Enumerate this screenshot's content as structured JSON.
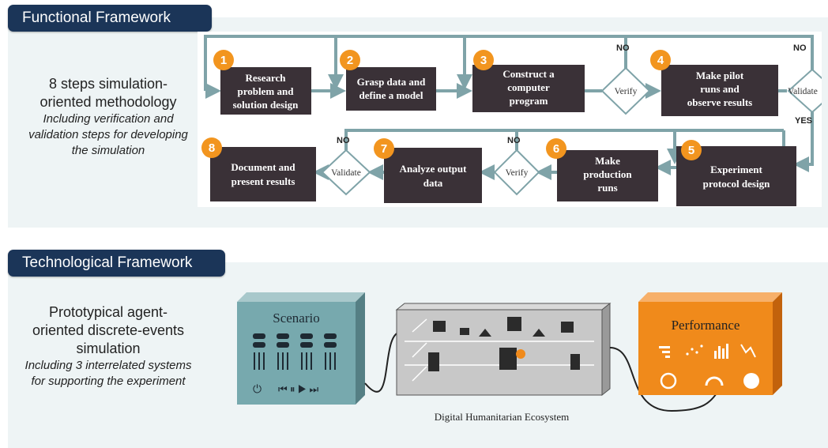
{
  "functional": {
    "tab_title": "Functional Framework",
    "heading": "8 steps simulation-oriented methodology",
    "subheading": "Including verification and validation steps for developing the simulation"
  },
  "steps": [
    {
      "num": "1",
      "lines": [
        "Research",
        "problem and",
        "solution design"
      ]
    },
    {
      "num": "2",
      "lines": [
        "Grasp data and",
        "define a model"
      ]
    },
    {
      "num": "3",
      "lines": [
        "Construct a",
        "computer",
        "program"
      ]
    },
    {
      "num": "4",
      "lines": [
        "Make pilot",
        "runs and",
        "observe results"
      ]
    },
    {
      "num": "5",
      "lines": [
        "Experiment",
        "protocol design"
      ]
    },
    {
      "num": "6",
      "lines": [
        "Make",
        "production",
        "runs"
      ]
    },
    {
      "num": "7",
      "lines": [
        "Analyze output",
        "data"
      ]
    },
    {
      "num": "8",
      "lines": [
        "Document and",
        "present results"
      ]
    }
  ],
  "decisions": {
    "verify": "Verify",
    "validate": "Validate",
    "no": "NO",
    "yes": "YES"
  },
  "technological": {
    "tab_title": "Technological Framework",
    "heading": "Prototypical agent-oriented discrete-events simulation",
    "subheading": "Including 3 interrelated systems for supporting the experiment",
    "scenario_label": "Scenario",
    "ecosystem_label": "Digital Humanitarian Ecosystem",
    "performance_label": "Performance"
  },
  "colors": {
    "tab": "#1b3558",
    "step_box": "#3a3137",
    "badge": "#f2951f",
    "arrow": "#7fa3a8",
    "scenario": "#77a9ae",
    "performance": "#f08a1b"
  }
}
